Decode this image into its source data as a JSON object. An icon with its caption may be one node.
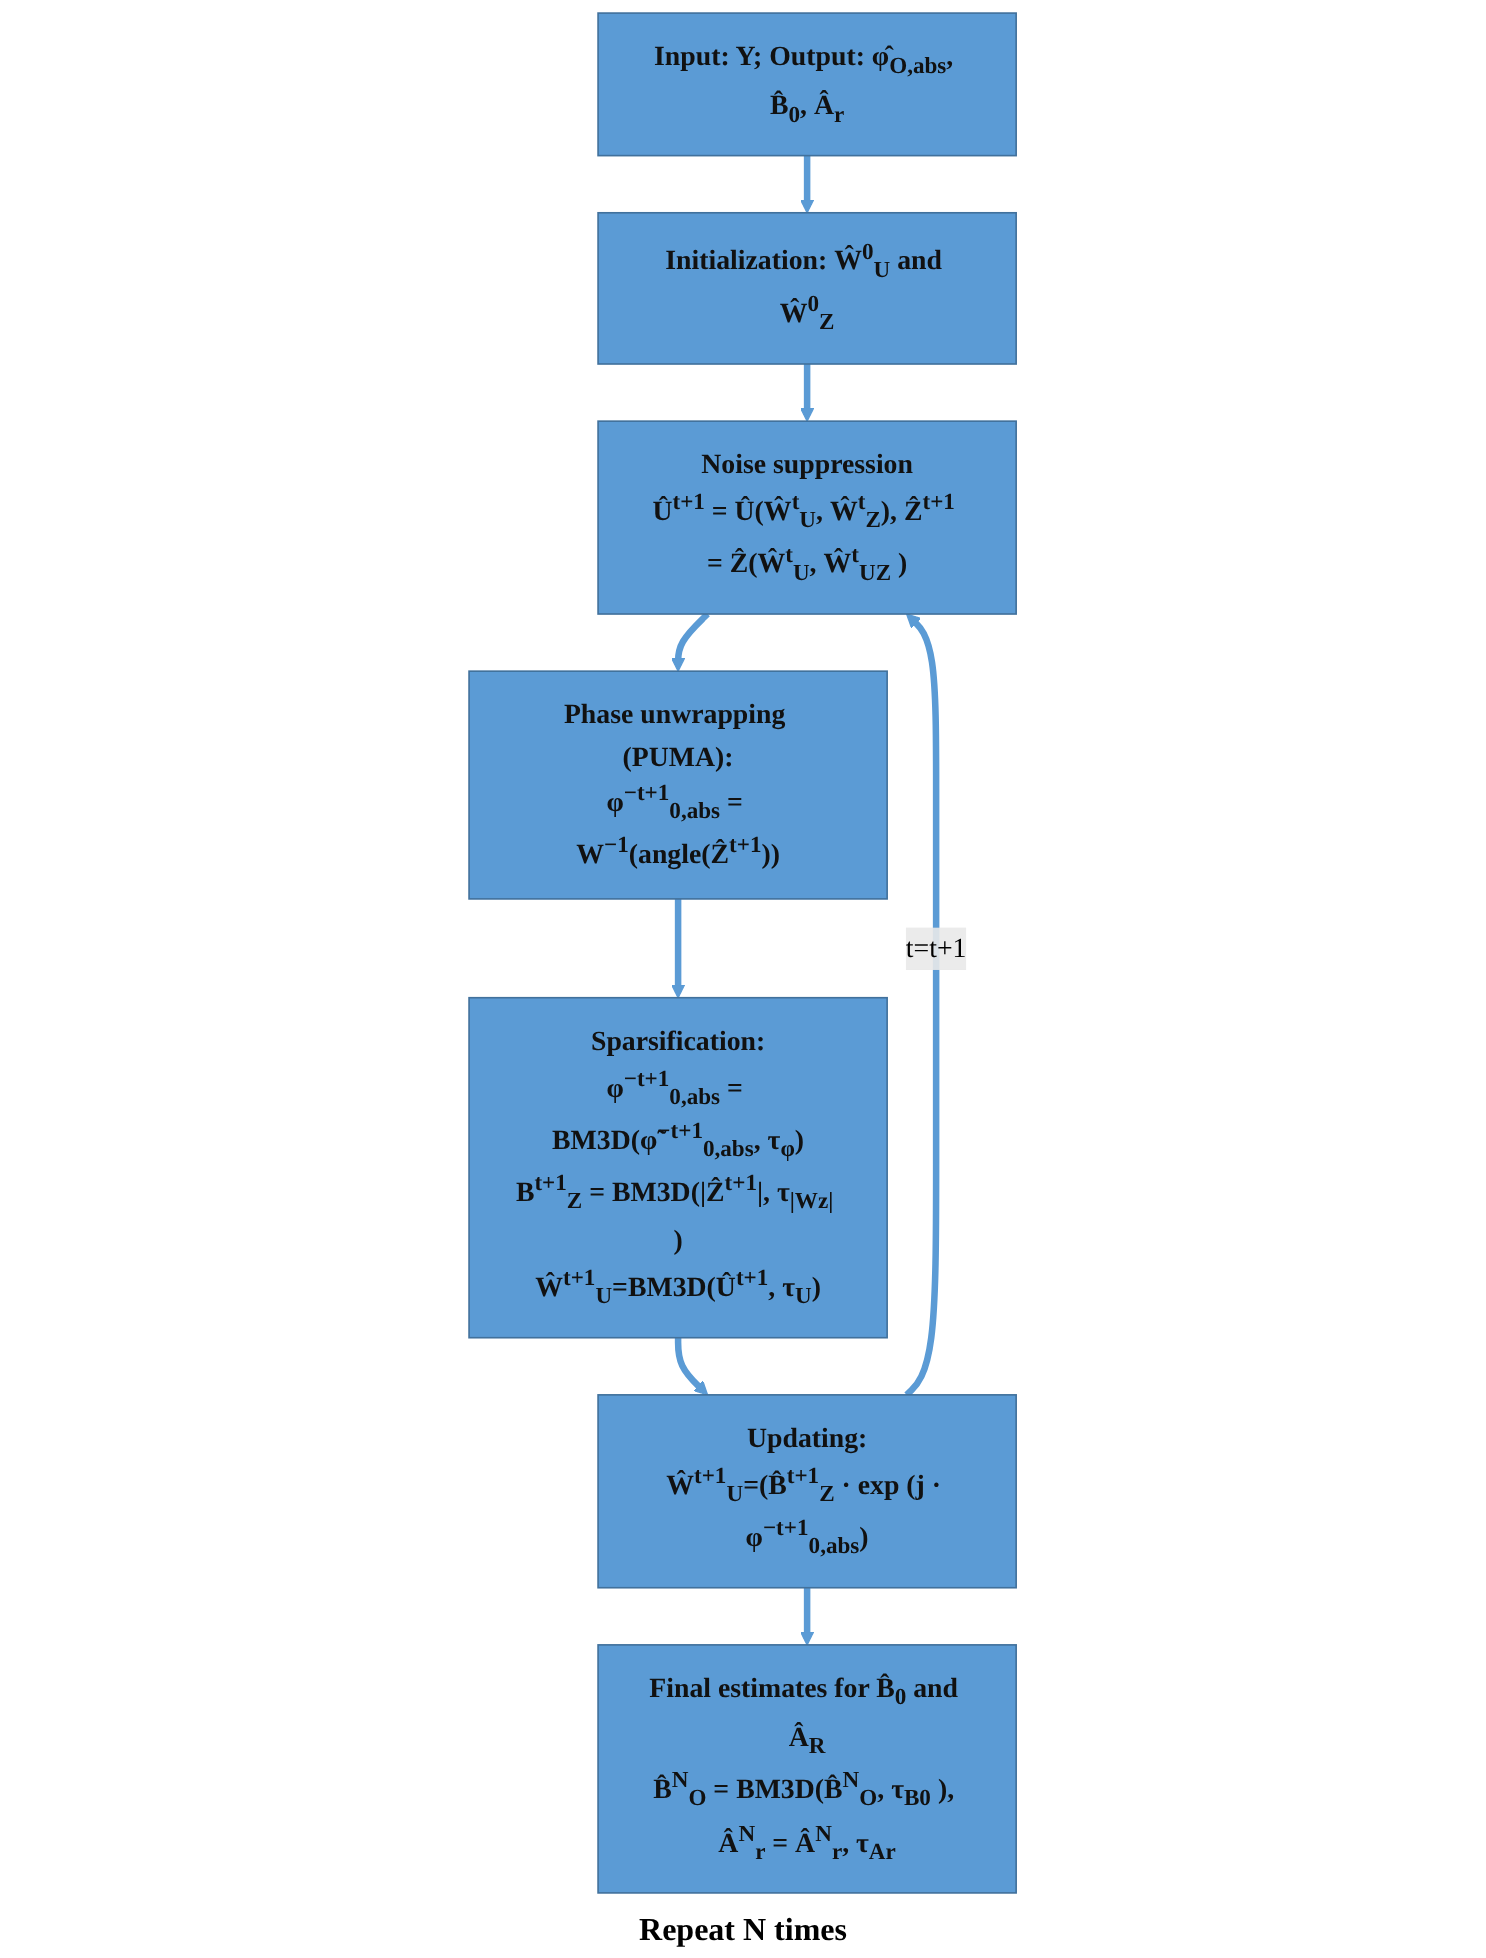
{
  "diagram": {
    "nodes": [
      {
        "text": [
          "Input: Y; Output: φ̂$_{O,abs}$, B̂$_{0}$, Â$_{r}$"
        ]
      },
      {
        "text": [
          "Initialization: Ŵ$^{0}$$_{U}$ and Ŵ$^{0}$$_{Z}$"
        ]
      },
      {
        "text": [
          "Noise suppression",
          "Û$^{t+1}$ = Û(Ŵ$^{t}$$_{U}$, Ŵ$^{t}$$_{Z}$), Ẑ$^{t+1}$ = Ẑ(Ŵ$^{t}$$_{U}$, Ŵ$^{t}$$_{UZ}$ )"
        ]
      },
      {
        "text": [
          "Phase unwrapping (PUMA):",
          "φ$^{−t+1}$$_{0,abs}$ = W$^{−1}$(angle(Ẑ$^{t+1}$))"
        ]
      },
      {
        "text": [
          "Sparsification:",
          "φ$^{−t+1}$$_{0,abs}$ = BM3D(φ̃$^{−t+1}$$_{0,abs}$, τ$_{φ}$)",
          "B$^{t+1}$$_{Z}$ = BM3D(|Ẑ$^{t+1}$|, τ$_{|Wz|}$ )",
          "Ŵ$^{t+1}$$_{U}$=BM3D(Û$^{t+1}$, τ$_{U}$)"
        ]
      },
      {
        "text": [
          "Updating:",
          "Ŵ$^{t+1}$$_{U}$=(B̂$^{t+1}$$_{Z}$ · exp (j · φ$^{−t+1}$$_{0,abs}$)"
        ]
      },
      {
        "text": [
          "Final estimates for B̂$_{0}$ and Â$_{R}$",
          "B̂$^{N}$$_{O}$ = BM3D(B̂$^{N}$$_{O}$, τ$_{B0}$ ), Â$^{N}$$_{r}$ = Â$^{N}$$_{r}$, τ$_{Ar}$"
        ]
      }
    ],
    "edges": [
      {
        "from": 0,
        "to": 1,
        "arrow": "to"
      },
      {
        "from": 1,
        "to": 2,
        "arrow": "to"
      },
      {
        "from": 2,
        "to": 3,
        "arrow": "to"
      },
      {
        "from": 3,
        "to": 4,
        "arrow": "to"
      },
      {
        "from": 4,
        "to": 5,
        "arrow": "to"
      },
      {
        "from": 5,
        "to": 6,
        "arrow": "to"
      },
      {
        "from": 5,
        "to": 2,
        "arrow": "to",
        "label": "t=t+1"
      }
    ],
    "labels": [
      "Repeat N times"
    ]
  }
}
